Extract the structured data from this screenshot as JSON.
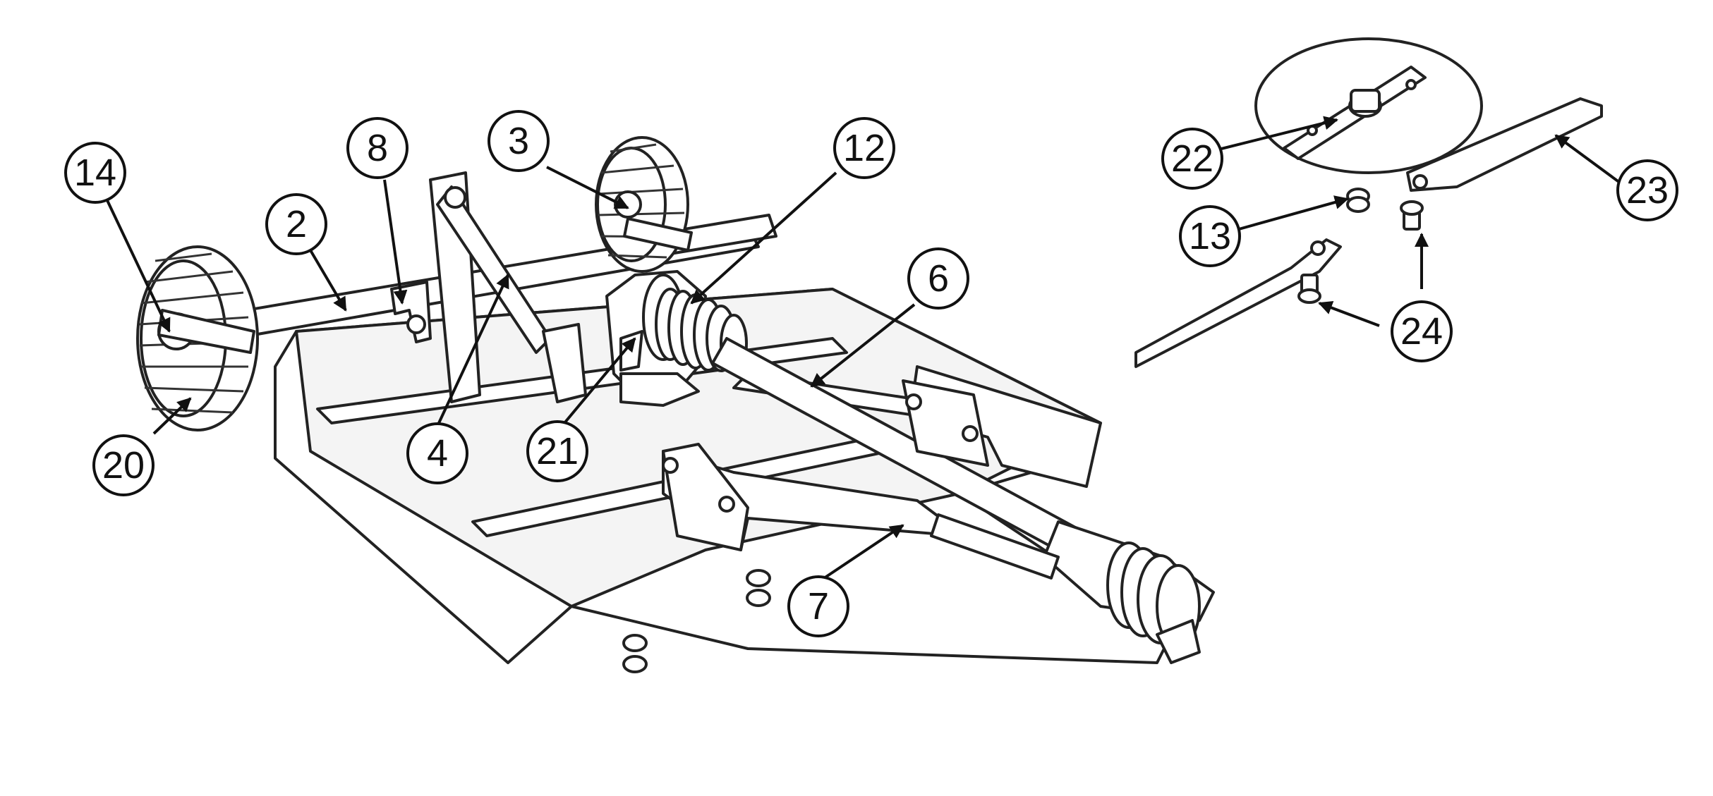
{
  "callouts": {
    "c2": "2",
    "c3": "3",
    "c4": "4",
    "c6": "6",
    "c7": "7",
    "c8": "8",
    "c12": "12",
    "c13": "13",
    "c14": "14",
    "c20": "20",
    "c21": "21",
    "c22": "22",
    "c23": "23",
    "c24": "24"
  }
}
